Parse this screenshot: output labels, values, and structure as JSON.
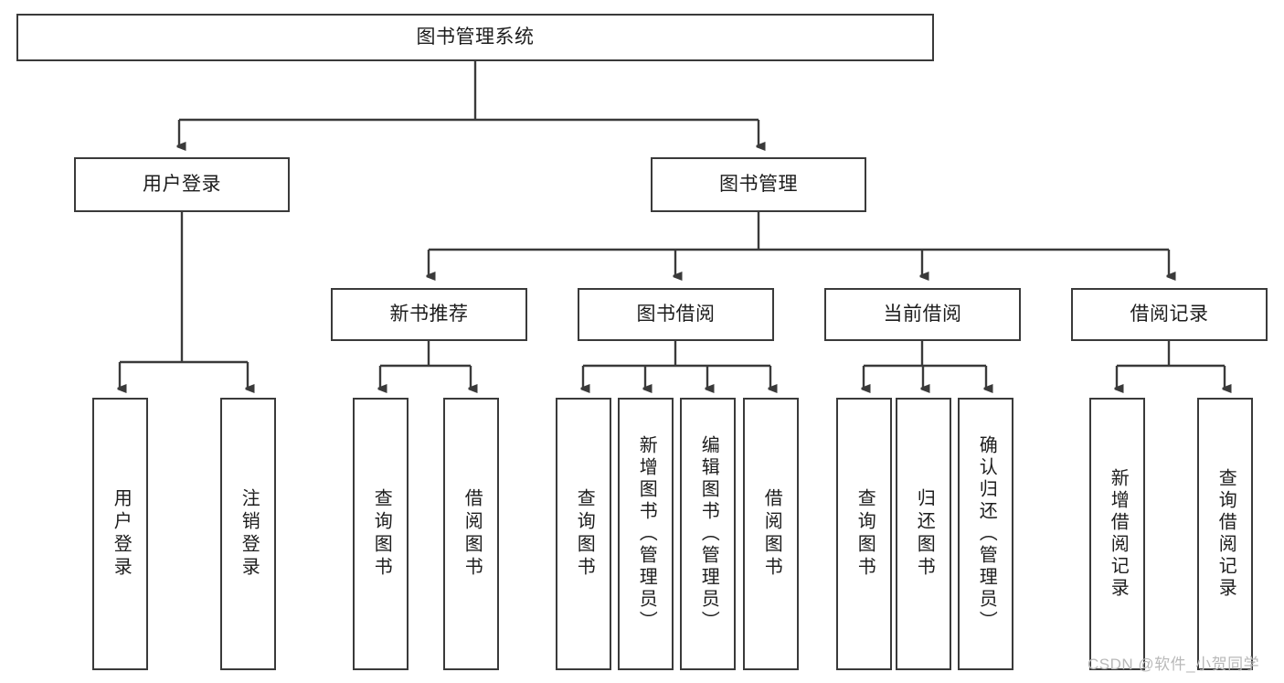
{
  "diagram": {
    "title": "图书管理系统",
    "type": "tree",
    "root": {
      "id": "root",
      "label": "图书管理系统",
      "orientation": "horizontal"
    },
    "level1": [
      {
        "id": "user-login",
        "label": "用户登录",
        "orientation": "horizontal"
      },
      {
        "id": "book-manage",
        "label": "图书管理",
        "orientation": "horizontal"
      }
    ],
    "level2": [
      {
        "id": "new-book-recommend",
        "label": "新书推荐",
        "parent": "book-manage",
        "orientation": "horizontal"
      },
      {
        "id": "book-borrow",
        "label": "图书借阅",
        "parent": "book-manage",
        "orientation": "horizontal"
      },
      {
        "id": "current-borrow",
        "label": "当前借阅",
        "parent": "book-manage",
        "orientation": "horizontal"
      },
      {
        "id": "borrow-record",
        "label": "借阅记录",
        "parent": "book-manage",
        "orientation": "horizontal"
      }
    ],
    "leaves": [
      {
        "id": "leaf-user-login",
        "label": "用户登录",
        "parent": "user-login",
        "orientation": "vertical"
      },
      {
        "id": "leaf-logout",
        "label": "注销登录",
        "parent": "user-login",
        "orientation": "vertical"
      },
      {
        "id": "leaf-query-book-1",
        "label": "查询图书",
        "parent": "new-book-recommend",
        "orientation": "vertical"
      },
      {
        "id": "leaf-borrow-book-1",
        "label": "借阅图书",
        "parent": "new-book-recommend",
        "orientation": "vertical"
      },
      {
        "id": "leaf-query-book-2",
        "label": "查询图书",
        "parent": "book-borrow",
        "orientation": "vertical"
      },
      {
        "id": "leaf-add-book",
        "label": "新增图书（管理员）",
        "parent": "book-borrow",
        "orientation": "vertical"
      },
      {
        "id": "leaf-edit-book",
        "label": "编辑图书（管理员）",
        "parent": "book-borrow",
        "orientation": "vertical"
      },
      {
        "id": "leaf-borrow-book-2",
        "label": "借阅图书",
        "parent": "book-borrow",
        "orientation": "vertical"
      },
      {
        "id": "leaf-query-book-3",
        "label": "查询图书",
        "parent": "current-borrow",
        "orientation": "vertical"
      },
      {
        "id": "leaf-return-book",
        "label": "归还图书",
        "parent": "current-borrow",
        "orientation": "vertical"
      },
      {
        "id": "leaf-confirm-return",
        "label": "确认归还（管理员）",
        "parent": "current-borrow",
        "orientation": "vertical"
      },
      {
        "id": "leaf-add-record",
        "label": "新增借阅记录",
        "parent": "borrow-record",
        "orientation": "vertical"
      },
      {
        "id": "leaf-query-record",
        "label": "查询借阅记录",
        "parent": "borrow-record",
        "orientation": "vertical"
      }
    ],
    "colors": {
      "stroke": "#3a3a3a",
      "fill": "#ffffff",
      "text": "#1d1d1d",
      "watermark": "#b9b9b9"
    }
  },
  "watermark": {
    "text": "CSDN @软件_小贺同学"
  }
}
